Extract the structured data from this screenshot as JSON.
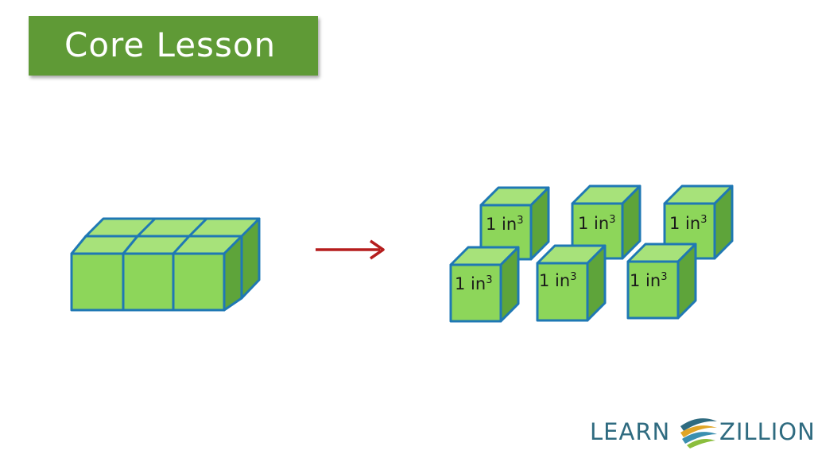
{
  "banner": {
    "title": "Core Lesson"
  },
  "cube_label": {
    "main": "1 in",
    "exponent": "3"
  },
  "logo": {
    "word1": "LEARN",
    "word2": "ZILLION"
  },
  "colors": {
    "banner": "#5f9a36",
    "cube_front": "#8dd65a",
    "cube_top": "#a7e27a",
    "cube_side": "#5ea43a",
    "cube_edge": "#1f78b4",
    "arrow": "#b51d1d",
    "logo_text": "#2f6b80"
  }
}
